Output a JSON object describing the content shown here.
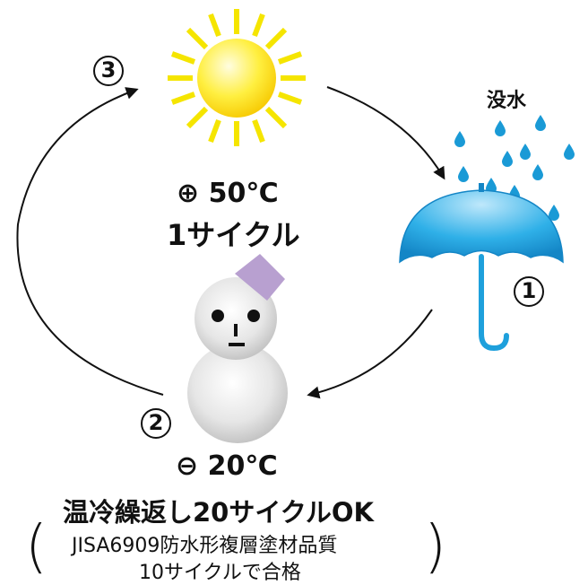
{
  "steps": {
    "step1": "1",
    "step2": "2",
    "step3": "3"
  },
  "rain_label": "没水",
  "hot_condition": {
    "temp": "⊕ 50℃",
    "cycle": "1サイクル"
  },
  "cold_condition": {
    "temp": "⊖ 20℃"
  },
  "result": {
    "headline": "温冷繰返し20サイクルOK",
    "note_line1": "JISA6909防水形複層塗材品質",
    "note_line2": "10サイクルで合格",
    "paren_left": "(",
    "paren_right": ")"
  },
  "colors": {
    "sun_ray": "#f5e500",
    "sun_core": "#ffe600",
    "umbrella": "#1ea0dc",
    "drop": "#1a9ad6",
    "snowman": "#d0d0d0",
    "hat": "#b8a0d0",
    "arrow": "#111111"
  }
}
